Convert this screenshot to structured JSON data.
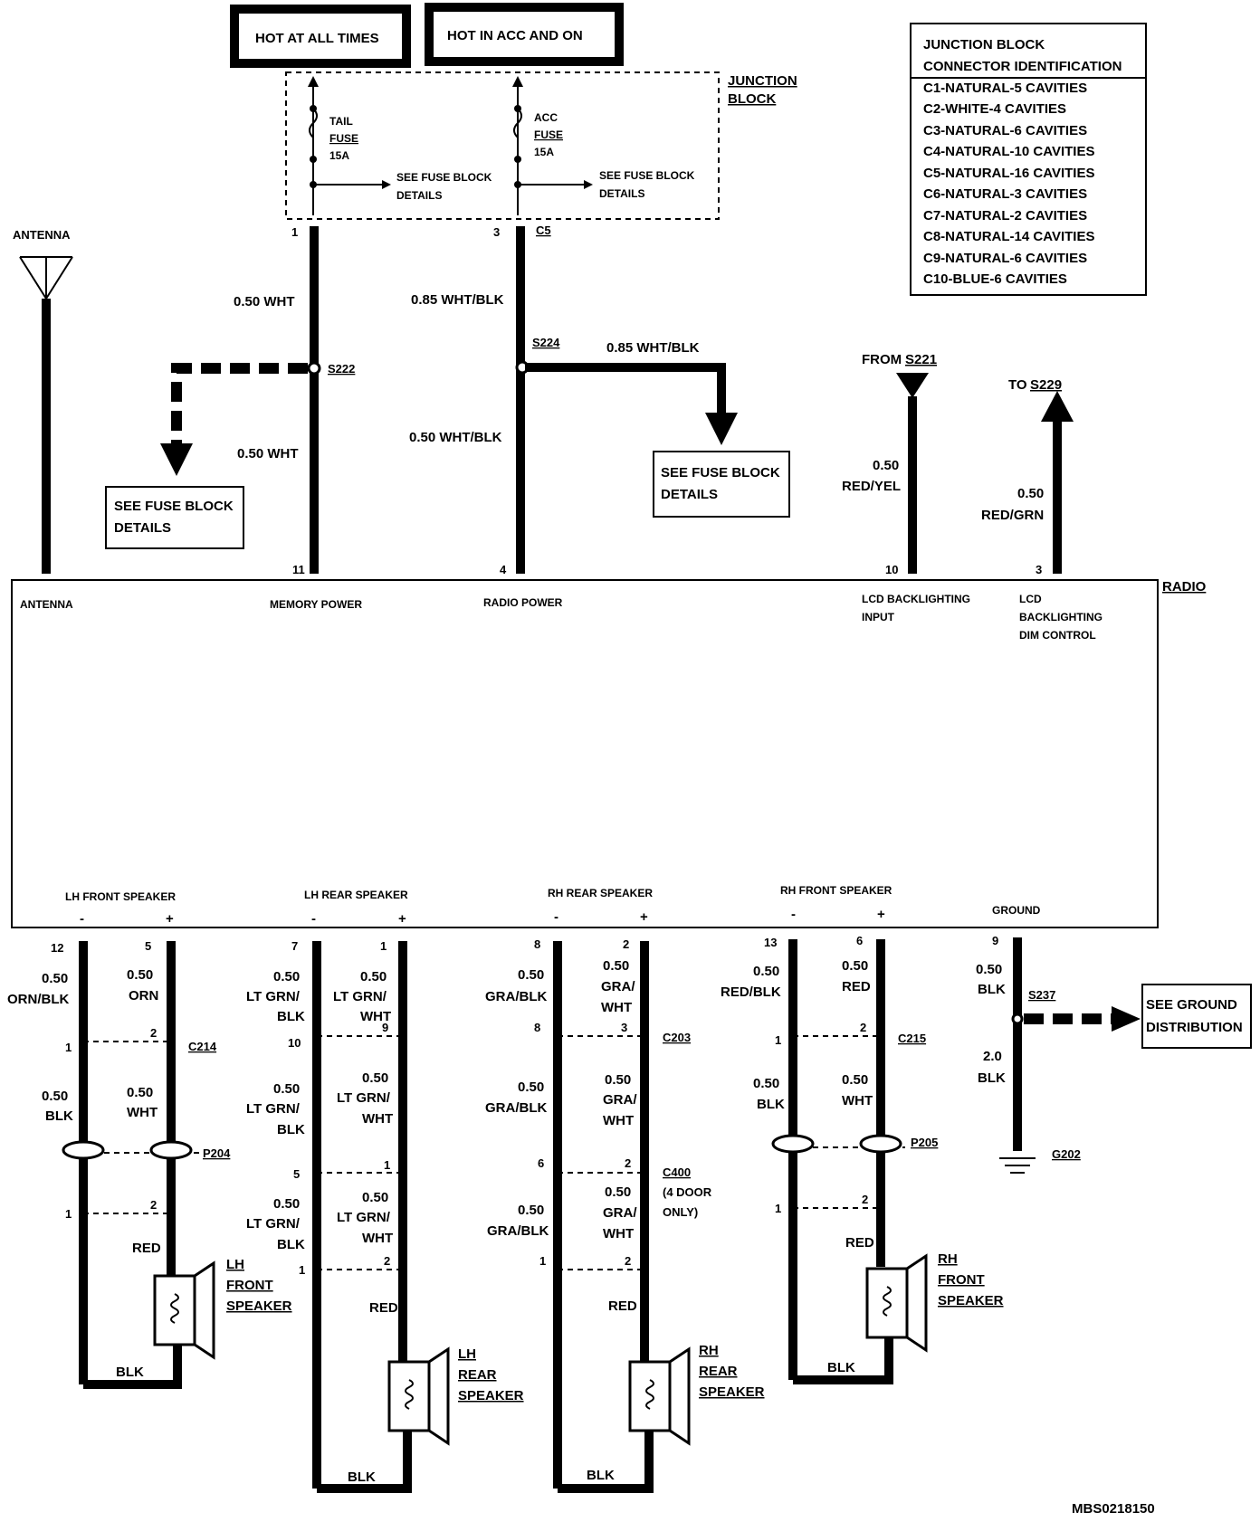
{
  "header": {
    "hot_at_all_times": "HOT AT ALL TIMES",
    "hot_in_acc_and_on": "HOT IN ACC AND ON"
  },
  "junction_block": {
    "title_line1": "JUNCTION",
    "title_line2": "BLOCK",
    "tail_fuse": [
      "TAIL",
      "FUSE",
      "15A"
    ],
    "acc_fuse": [
      "ACC",
      "FUSE",
      "15A"
    ],
    "see_fuse_block_line1": "SEE FUSE BLOCK",
    "see_fuse_block_line2": "DETAILS",
    "pin_tail": "1",
    "pin_acc": "3",
    "connector": "C5"
  },
  "connector_table": {
    "header_line1": "JUNCTION BLOCK",
    "header_line2": "CONNECTOR IDENTIFICATION",
    "rows": [
      "C1-NATURAL-5 CAVITIES",
      "C2-WHITE-4 CAVITIES",
      "C3-NATURAL-6 CAVITIES",
      "C4-NATURAL-10 CAVITIES",
      "C5-NATURAL-16 CAVITIES",
      "C6-NATURAL-3 CAVITIES",
      "C7-NATURAL-2 CAVITIES",
      "C8-NATURAL-14 CAVITIES",
      "C9-NATURAL-6 CAVITIES",
      "C10-BLUE-6 CAVITIES"
    ]
  },
  "upper": {
    "antenna": "ANTENNA",
    "wire_050_wht": "0.50  WHT",
    "wire_085_wht_blk": "0.85 WHT/BLK",
    "wire_050_wht_blk": "0.50  WHT/BLK",
    "splice_s222": "S222",
    "splice_s224": "S224",
    "from": "FROM",
    "from_splice": "S221",
    "to": "TO",
    "to_splice": "S229",
    "wire_050": "0.50",
    "red_yel": "RED/YEL",
    "red_grn": "RED/GRN",
    "see_fuse_block_line1": "SEE FUSE BLOCK",
    "see_fuse_block_line2": "DETAILS",
    "pin_11": "11",
    "pin_4": "4",
    "pin_10": "10",
    "pin_3": "3"
  },
  "radio": {
    "label": "RADIO",
    "antenna": "ANTENNA",
    "memory_power": "MEMORY POWER",
    "radio_power": "RADIO POWER",
    "lcd_input_line1": "LCD BACKLIGHTING",
    "lcd_input_line2": "INPUT",
    "lcd_dim_line1": "LCD",
    "lcd_dim_line2": "BACKLIGHTING",
    "lcd_dim_line3": "DIM CONTROL",
    "lh_front_speaker": "LH FRONT SPEAKER",
    "lh_rear_speaker": "LH REAR SPEAKER",
    "rh_rear_speaker": "RH REAR SPEAKER",
    "rh_front_speaker": "RH FRONT SPEAKER",
    "ground": "GROUND",
    "minus": "-",
    "plus": "+"
  },
  "lower": {
    "pins": [
      "12",
      "5",
      "7",
      "1",
      "8",
      "2",
      "13",
      "6",
      "9"
    ],
    "w050": "0.50",
    "orn_blk": "ORN/BLK",
    "orn": "ORN",
    "lt_grn": "LT GRN/",
    "blk": "BLK",
    "wht": "WHT",
    "gra_blk": "GRA/BLK",
    "gra": "GRA/",
    "red_blk": "RED/BLK",
    "red": "RED",
    "w20": "2.0",
    "c214": "C214",
    "c203": "C203",
    "c215": "C215",
    "c400": "C400",
    "four_door_1": "(4 DOOR",
    "four_door_2": "ONLY)",
    "p204": "P204",
    "p205": "P205",
    "s237": "S237",
    "g202": "G202",
    "see_ground_1": "SEE GROUND",
    "see_ground_2": "DISTRIBUTION",
    "lh_front": [
      "LH",
      "FRONT",
      "SPEAKER"
    ],
    "lh_rear": [
      "LH",
      "REAR",
      "SPEAKER"
    ],
    "rh_rear": [
      "RH",
      "REAR",
      "SPEAKER"
    ],
    "rh_front": [
      "RH",
      "FRONT",
      "SPEAKER"
    ],
    "n1": "1",
    "n2": "2",
    "n3": "3",
    "n5": "5",
    "n6": "6",
    "n8": "8",
    "n9": "9",
    "n10": "10"
  },
  "footer": {
    "code": "MBS0218150"
  }
}
